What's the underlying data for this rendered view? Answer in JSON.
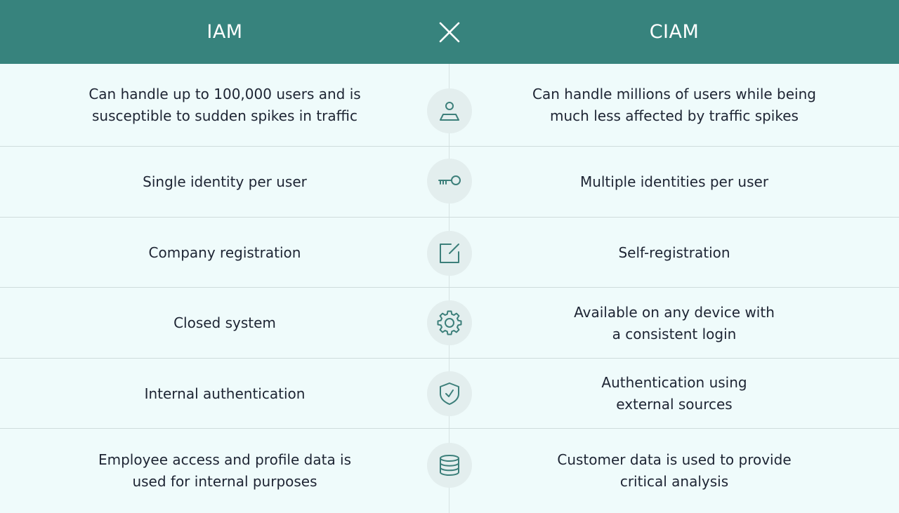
{
  "header": {
    "left_title": "IAM",
    "right_title": "CIAM",
    "center_icon": "close-x-icon"
  },
  "colors": {
    "header_bg": "#37837d",
    "page_bg": "#effbfb",
    "icon_stroke": "#3c7f7a",
    "icon_circle_bg": "#e3eeee"
  },
  "rows": [
    {
      "icon": "user-icon",
      "iam": [
        "Can handle up to 100,000 users and is",
        "susceptible to sudden spikes in traffic"
      ],
      "ciam": [
        "Can handle millions of users while being",
        "much less affected by traffic spikes"
      ]
    },
    {
      "icon": "key-icon",
      "iam": [
        "Single identity per user"
      ],
      "ciam": [
        "Multiple identities per user"
      ]
    },
    {
      "icon": "edit-icon",
      "iam": [
        "Company registration"
      ],
      "ciam": [
        "Self-registration"
      ]
    },
    {
      "icon": "gear-icon",
      "iam": [
        "Closed system"
      ],
      "ciam": [
        "Available on any device with",
        "a consistent login"
      ]
    },
    {
      "icon": "shield-check-icon",
      "iam": [
        "Internal authentication"
      ],
      "ciam": [
        "Authentication using",
        "external sources"
      ]
    },
    {
      "icon": "database-icon",
      "iam": [
        "Employee access and profile data is",
        "used for internal purposes"
      ],
      "ciam": [
        "Customer data is used to provide",
        "critical analysis"
      ]
    }
  ]
}
